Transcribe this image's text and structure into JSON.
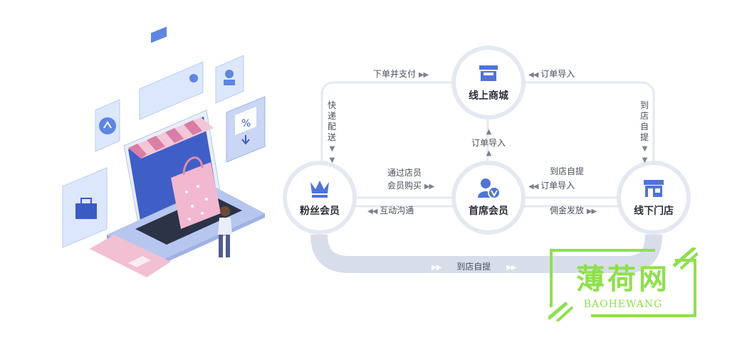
{
  "colors": {
    "accent": "#4f73d9",
    "track": "#e4e9f1",
    "arrow": "#7b8190",
    "watermark": "#8ee04c",
    "pink": "#f2b8cf"
  },
  "nodes": {
    "mall": {
      "label": "线上商城",
      "icon": "store-awning-icon"
    },
    "fans": {
      "label": "粉丝会员",
      "icon": "crown-icon"
    },
    "chief": {
      "label": "首席会员",
      "icon": "vip-user-icon"
    },
    "offline": {
      "label": "线下门店",
      "icon": "shop-icon"
    }
  },
  "flows": {
    "place_order": "下单并支付",
    "order_import_top": "订单导入",
    "order_import_mid": "订单导入",
    "express": "快递配送",
    "store_pickup_right": "到店自提",
    "via_store": "通过店员",
    "member_buy": "会员购买",
    "interact": "互动沟通",
    "pickup_import_1": "到店自提",
    "pickup_import_2": "订单导入",
    "commission": "佣金发放",
    "store_pickup_bottom": "到店自提"
  },
  "watermark": {
    "title": "薄荷网",
    "subtitle": "BAOHEWANG"
  },
  "illustration": {
    "discount_symbol": "%"
  }
}
